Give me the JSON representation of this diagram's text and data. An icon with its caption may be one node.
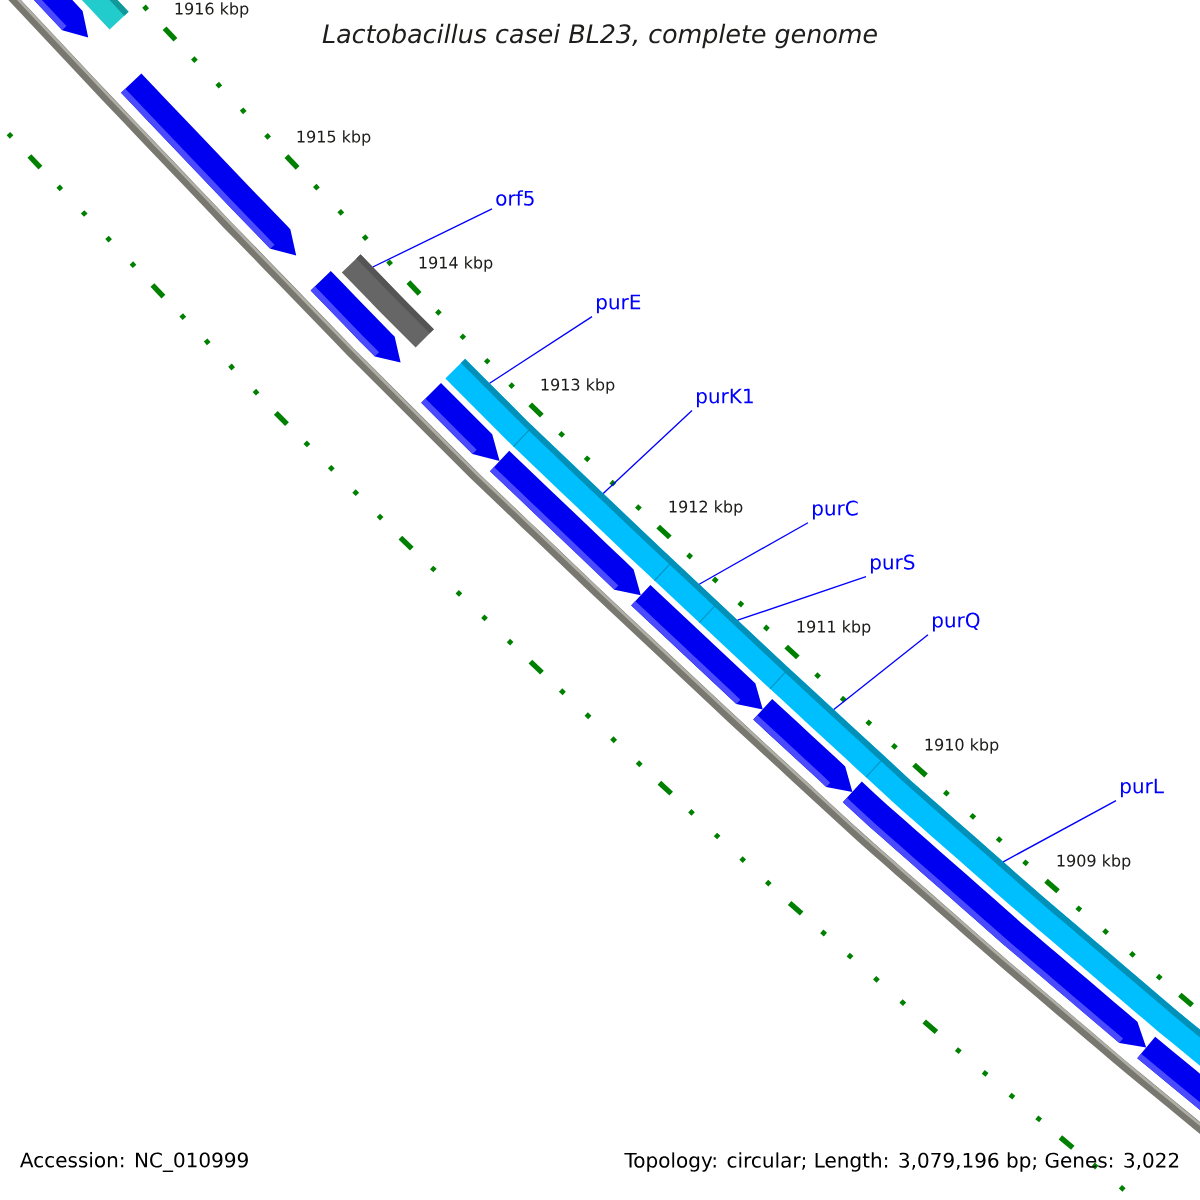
{
  "diagram": {
    "title": "Lactobacillus casei BL23, complete genome",
    "nodes": [
      {
        "text": [
          "orf5"
        ]
      },
      {
        "text": [
          "purE"
        ]
      },
      {
        "text": [
          "purK1"
        ]
      },
      {
        "text": [
          "purC"
        ]
      },
      {
        "text": [
          "purS"
        ]
      },
      {
        "text": [
          "purQ"
        ]
      },
      {
        "text": [
          "purL"
        ]
      },
      {
        "text": [],
        "shape": "bar"
      },
      {
        "text": [],
        "shape": "bar"
      },
      {
        "text": [],
        "shape": "bar"
      },
      {
        "text": [],
        "shape": "bar"
      },
      {
        "text": [],
        "shape": "bar"
      },
      {
        "text": [],
        "shape": "bar"
      },
      {
        "text": [],
        "shape": "bar"
      }
    ],
    "edges": [
      {
        "from": 0,
        "to": 7,
        "arrow": "none"
      },
      {
        "from": 1,
        "to": 8,
        "arrow": "none"
      },
      {
        "from": 2,
        "to": 9,
        "arrow": "none"
      },
      {
        "from": 3,
        "to": 10,
        "arrow": "none"
      },
      {
        "from": 4,
        "to": 11,
        "arrow": "none"
      },
      {
        "from": 5,
        "to": 12,
        "arrow": "none"
      },
      {
        "from": 6,
        "to": 13,
        "arrow": "none"
      }
    ],
    "labels": [
      "1916 kbp",
      "1915 kbp",
      "1914 kbp",
      "1913 kbp",
      "1912 kbp",
      "1911 kbp",
      "1910 kbp",
      "1909 kbp",
      "Accession: NC_010999",
      "Topology: circular; Length: 3,079,196 bp; Genes: 3,022"
    ]
  }
}
